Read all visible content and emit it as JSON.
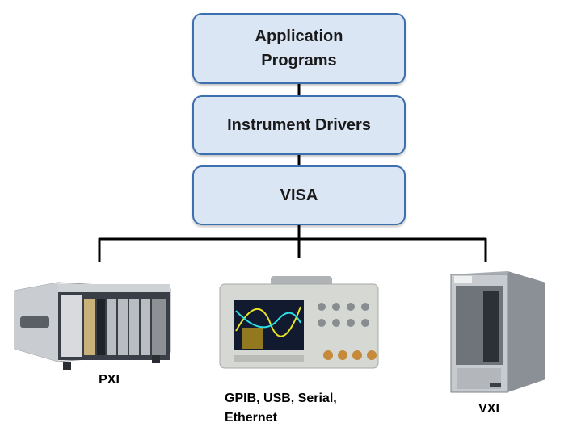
{
  "layers": {
    "application": "Application\nPrograms",
    "drivers": "Instrument Drivers",
    "visa": "VISA"
  },
  "instruments": {
    "pxi": "PXI",
    "gpib": "GPIB, USB, Serial,\nEthernet",
    "vxi": "VXI"
  },
  "colors": {
    "box_fill": "#dbe6f5",
    "box_border": "#3d6eae",
    "connector": "#000000"
  }
}
